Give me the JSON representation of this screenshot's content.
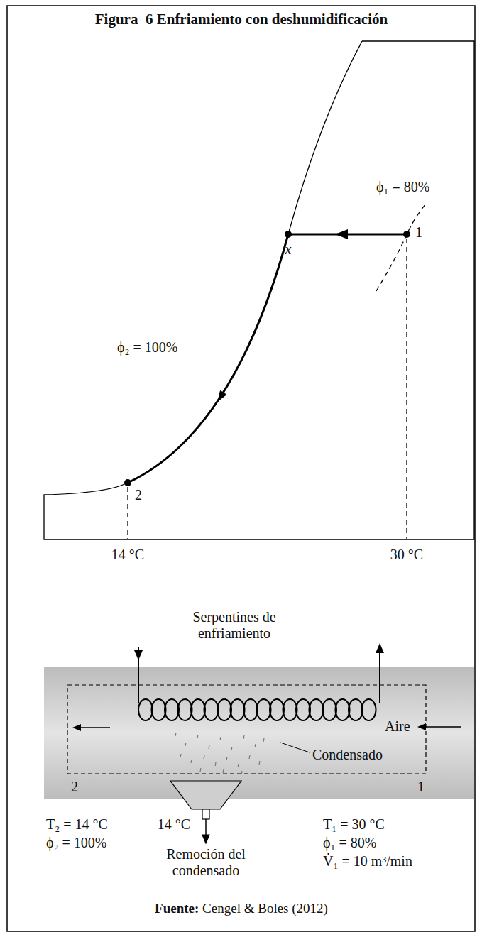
{
  "diagram": {
    "title": "Figura  6 Enfriamiento con deshumidificación",
    "caption": "Fuente: Cengel & Boles (2012)",
    "labels": [
      "ϕ₁ = 80%",
      "1",
      "x",
      "ϕ₂ = 100%",
      "2",
      "14 °C",
      "30 °C",
      "Serpentines de enfriamiento",
      "Aire",
      "Condensado",
      "2",
      "1",
      "T₂ = 14 °C",
      "ϕ₂ = 100%",
      "14 °C",
      "Remoción del condensado",
      "T₁ = 30 °C",
      "ϕ₁ = 80%",
      "V̇₁ = 10 m³/min"
    ]
  }
}
